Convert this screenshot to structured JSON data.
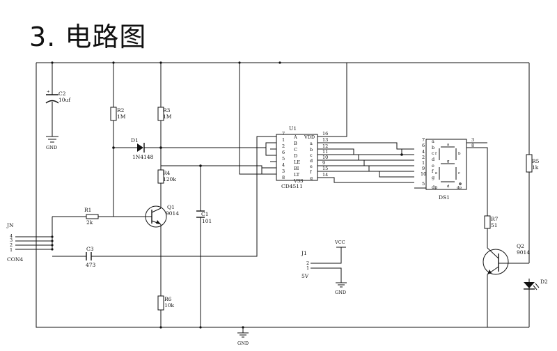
{
  "title": "3. 电路图",
  "components": {
    "c2": {
      "ref": "C2",
      "value": "10uf"
    },
    "r2": {
      "ref": "R2",
      "value": "1M"
    },
    "r3": {
      "ref": "R3",
      "value": "1M"
    },
    "d1": {
      "ref": "D1",
      "value": "1N4148"
    },
    "r4": {
      "ref": "R4",
      "value": "120k"
    },
    "q1": {
      "ref": "Q1",
      "value": "9014"
    },
    "r1": {
      "ref": "R1",
      "value": "2k"
    },
    "c3": {
      "ref": "C3",
      "value": "473"
    },
    "c1": {
      "ref": "C1",
      "value": "101"
    },
    "r6": {
      "ref": "R6",
      "value": "10k"
    },
    "r5": {
      "ref": "R5",
      "value": "1k"
    },
    "r7": {
      "ref": "R7",
      "value": "51"
    },
    "q2": {
      "ref": "Q2",
      "value": "9014"
    },
    "d2": {
      "ref": "D2"
    },
    "ds1": {
      "ref": "DS1"
    },
    "jn": {
      "ref": "JN",
      "value": "CON4",
      "pins": [
        "4",
        "3",
        "2",
        "1"
      ]
    },
    "j1": {
      "ref": "J1",
      "value": "5V",
      "pins": [
        "2",
        "1"
      ]
    },
    "u1": {
      "ref": "U1",
      "value": "CD4511",
      "left_pins": [
        {
          "num": "7",
          "name": "A"
        },
        {
          "num": "1",
          "name": "B"
        },
        {
          "num": "2",
          "name": "C"
        },
        {
          "num": "6",
          "name": "D"
        },
        {
          "num": "5",
          "name": "LE"
        },
        {
          "num": "4",
          "name": "BI"
        },
        {
          "num": "3",
          "name": "LT"
        },
        {
          "num": "8",
          "name": "VSS"
        }
      ],
      "right_pins": [
        {
          "num": "16",
          "name": "VDD"
        },
        {
          "num": "13",
          "name": "a"
        },
        {
          "num": "12",
          "name": "b"
        },
        {
          "num": "11",
          "name": "c"
        },
        {
          "num": "10",
          "name": "d"
        },
        {
          "num": "9",
          "name": "e"
        },
        {
          "num": "15",
          "name": "f"
        },
        {
          "num": "14",
          "name": "g"
        }
      ]
    },
    "ds1_pins": {
      "left": [
        {
          "num": "7",
          "name": "a"
        },
        {
          "num": "6",
          "name": "b"
        },
        {
          "num": "4",
          "name": "c"
        },
        {
          "num": "2",
          "name": "d"
        },
        {
          "num": "1",
          "name": "e"
        },
        {
          "num": "9",
          "name": "f"
        },
        {
          "num": "10",
          "name": "g"
        },
        {
          "num": "5",
          "name": "dp"
        }
      ],
      "right": [
        "3",
        "8"
      ],
      "segments": [
        "a",
        "b",
        "c",
        "d",
        "e",
        "f",
        "g",
        "dp"
      ]
    }
  },
  "nets": {
    "gnd": "GND",
    "vcc": "VCC"
  }
}
